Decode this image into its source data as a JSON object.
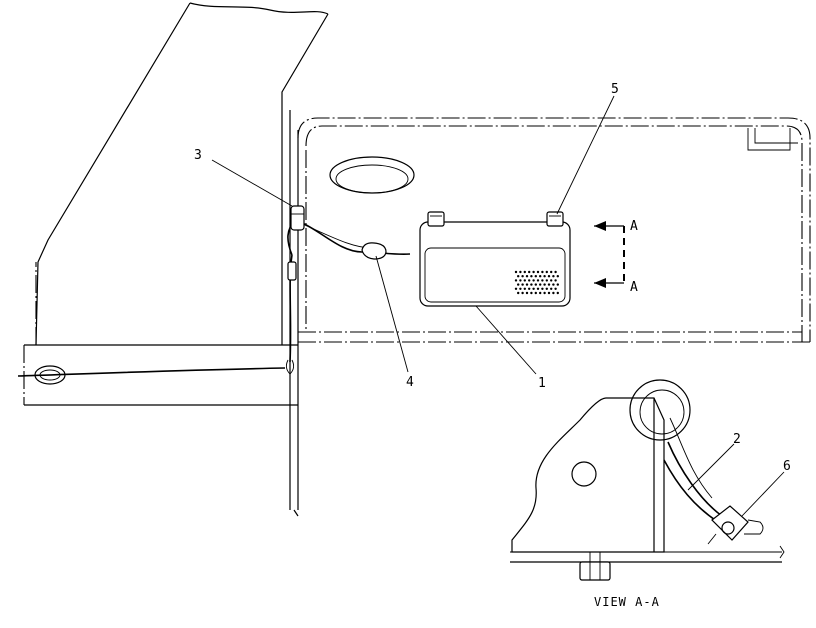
{
  "diagram": {
    "callouts": {
      "c1": "1",
      "c2": "2",
      "c3": "3",
      "c4": "4",
      "c5": "5",
      "c6": "6"
    },
    "section_marks": {
      "upper": "A",
      "lower": "A"
    },
    "view_caption": "VIEW A-A"
  }
}
